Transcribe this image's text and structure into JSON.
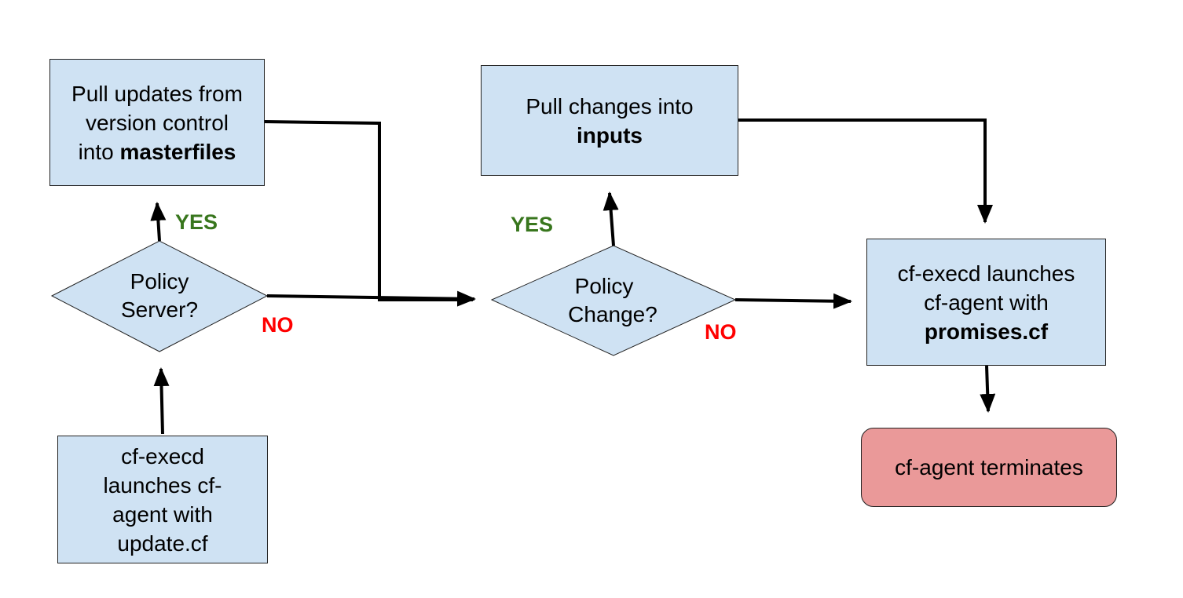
{
  "nodes": {
    "pull_updates": {
      "line1": "Pull updates from",
      "line2": "version control",
      "line3_prefix": "into ",
      "line3_bold": "masterfiles"
    },
    "policy_server": {
      "line1": "Policy",
      "line2": "Server?"
    },
    "start_update": {
      "line1": "cf-execd",
      "line2": "launches cf-",
      "line3": "agent with",
      "line4": "update.cf"
    },
    "pull_changes": {
      "line1": "Pull changes into",
      "line2_bold": "inputs"
    },
    "policy_change": {
      "line1": "Policy",
      "line2": "Change?"
    },
    "launch_promises": {
      "line1": "cf-execd launches",
      "line2": "cf-agent with",
      "line3_bold": "promises.cf"
    },
    "terminates": {
      "label": "cf-agent terminates"
    }
  },
  "edge_labels": {
    "server_yes": "YES",
    "server_no": "NO",
    "change_yes": "YES",
    "change_no": "NO"
  },
  "colors": {
    "process_fill": "#cfe2f3",
    "terminal_fill": "#ea9999",
    "yes_color": "#38761d",
    "no_color": "#ff0000",
    "line_color": "#000000"
  }
}
